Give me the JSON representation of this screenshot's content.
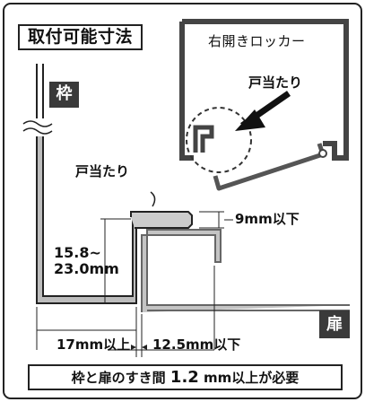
{
  "title": "取付可能寸法",
  "locker_label": "右開きロッカー",
  "door_stop_label_top": "戸当たり",
  "door_stop_label_mid": "戸当たり",
  "frame_tag": "枠",
  "door_tag": "扉",
  "dims": {
    "stop_height": "9mm以下",
    "depth_line1": "15.8~",
    "depth_line2": "23.0mm",
    "frame_width": "17mm以上",
    "door_offset": "12.5mm以下"
  },
  "footer": {
    "prefix": "枠と扉のすき間",
    "value": "1.2",
    "suffix": "mm以上が必要"
  },
  "colors": {
    "line": "#222222",
    "steel": "#9a9a9a",
    "tag_bg": "#3a3a3a"
  }
}
